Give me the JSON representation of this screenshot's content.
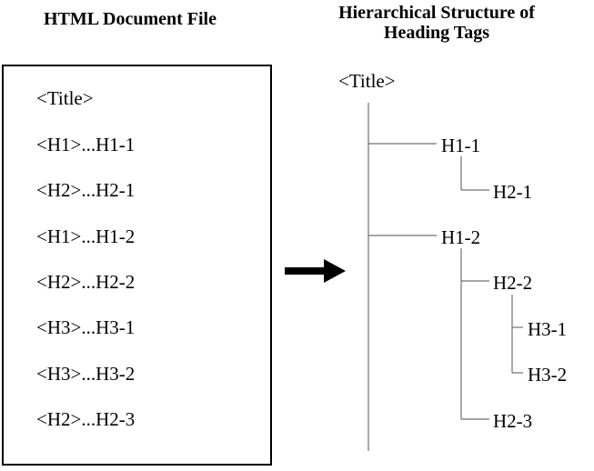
{
  "left_heading": "HTML Document File",
  "right_heading": {
    "line1": "Hierarchical Structure of",
    "line2": "Heading Tags"
  },
  "document": {
    "lines": [
      "<Title>",
      "<H1>...H1-1",
      "<H2>...H2-1",
      "<H1>...H1-2",
      "<H2>...H2-2",
      "<H3>...H3-1",
      "<H3>...H3-2",
      "<H2>...H2-3"
    ]
  },
  "tree": {
    "root": "<Title>",
    "nodes": {
      "h1_1": "H1-1",
      "h2_1": "H2-1",
      "h1_2": "H1-2",
      "h2_2": "H2-2",
      "h3_1": "H3-1",
      "h3_2": "H3-2",
      "h2_3": "H2-3"
    }
  },
  "arrow_icon": "right-arrow-icon"
}
